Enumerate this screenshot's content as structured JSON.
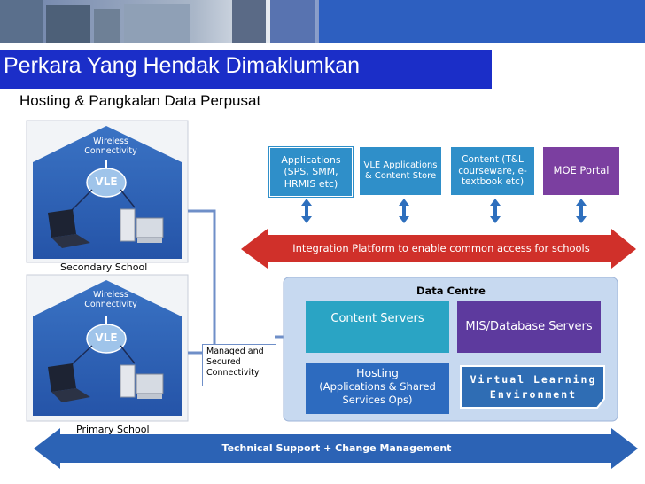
{
  "header": {
    "title": "Perkara Yang Hendak Dimaklumkan",
    "subtitle": "Hosting & Pangkalan Data Perpusat"
  },
  "diagram": {
    "applications": [
      "Applications (SPS, SMM, HRMIS etc)",
      "VLE Applications & Content Store",
      "Content  (T&L courseware, e-textbook etc)",
      "MOE Portal"
    ],
    "integration_platform": "Integration Platform to enable common access for schools",
    "data_centre": {
      "title": "Data Centre",
      "content_servers": "Content Servers",
      "mis_db_servers": "MIS/Database Servers",
      "hosting_title": "Hosting",
      "hosting_detail": "(Applications & Shared Services Ops)",
      "vle_label": "Virtual Learning Environment"
    },
    "connectivity_label": "Managed and Secured Connectivity",
    "schools": [
      {
        "label": "Secondary School",
        "wireless": "Wireless Connectivity",
        "vle": "VLE"
      },
      {
        "label": "Primary School",
        "wireless": "Wireless Connectivity",
        "vle": "VLE"
      }
    ],
    "support_bar": "Technical Support + Change Management"
  },
  "colors": {
    "title_bar": "#1b2ec8",
    "app_box": "#2f8fc9",
    "moe_portal": "#7b3fa0",
    "integration_arrow": "#d0302a",
    "data_centre_bg": "#c7d9f0",
    "content_servers": "#2aa4c4",
    "mis_servers": "#5d3a9e",
    "hosting": "#2d6bbf",
    "vle_box": "#2f6db4",
    "support_arrow": "#2c63b5",
    "house": "#2e63b6"
  }
}
